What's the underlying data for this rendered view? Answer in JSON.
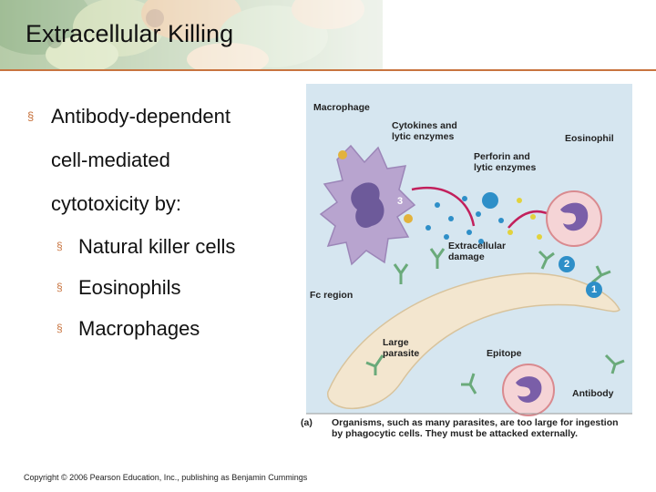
{
  "slide": {
    "title": "Extracellular Killing",
    "bullets": [
      {
        "text": "Antibody-dependent",
        "level": 1
      },
      {
        "text": "cell-mediated",
        "level": 1
      },
      {
        "text": "cytotoxicity by:",
        "level": 1
      },
      {
        "text": "Natural killer cells",
        "level": 2
      },
      {
        "text": "Eosinophils",
        "level": 2
      },
      {
        "text": "Macrophages",
        "level": 2
      }
    ],
    "bullet_marker": "§",
    "accent_color": "#c8743f"
  },
  "figure": {
    "labels": {
      "macrophage": "Macrophage",
      "cytokines": "Cytokines and\nlytic enzymes",
      "perforin": "Perforin and\nlytic enzymes",
      "eosinophil": "Eosinophil",
      "extracellular_damage": "Extracellular\ndamage",
      "fc_region": "Fc region",
      "large_parasite": "Large\nparasite",
      "epitope": "Epitope",
      "antibody": "Antibody"
    },
    "steps": [
      "1",
      "2",
      "3"
    ],
    "caption_letter": "(a)",
    "caption_text": "Organisms, such as many parasites, are too large for ingestion by phagocytic cells. They must be attacked externally.",
    "colors": {
      "panel_bg": "#d6e6f0",
      "macrophage": "#b8a4cf",
      "parasite": "#f3e6cf",
      "antibody": "#6aaa7a",
      "step_badge": "#2e8fc8"
    }
  },
  "footer": {
    "copyright": "Copyright © 2006 Pearson Education, Inc., publishing as Benjamin Cummings"
  }
}
